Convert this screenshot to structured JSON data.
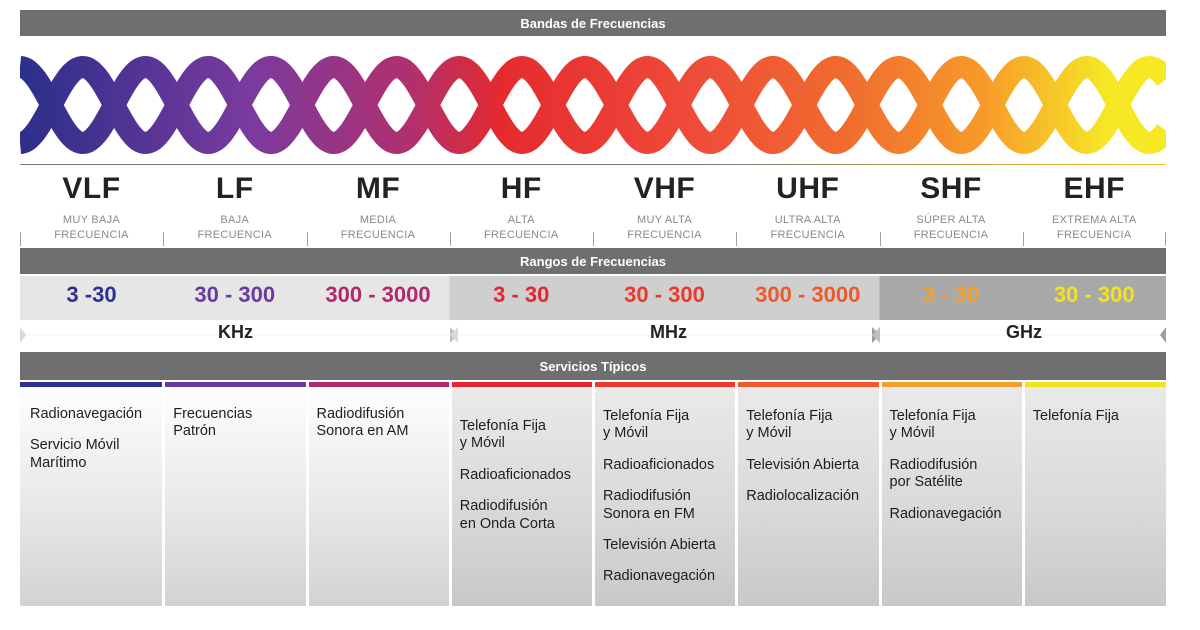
{
  "headers": {
    "bands": "Bandas de Frecuencias",
    "ranges": "Rangos de Frecuencias",
    "services": "Servicios Típicos"
  },
  "colors": {
    "header_bar": "#6f6f6f",
    "wave_gradient": [
      "#2b2f8a",
      "#7a3a9e",
      "#b0306e",
      "#e52a2e",
      "#ef4a3a",
      "#f06b2e",
      "#f79a2a",
      "#f6e825"
    ]
  },
  "bands": [
    {
      "code": "VLF",
      "desc": [
        "MUY BAJA",
        "FRECUENCIA"
      ],
      "range": "3 -30",
      "color": "#2e3190",
      "services": [
        [
          "Radionavegación"
        ],
        [
          "Servicio Móvil",
          "Marítimo"
        ]
      ]
    },
    {
      "code": "LF",
      "desc": [
        "BAJA",
        "FRECUENCIA"
      ],
      "range": "30 - 300",
      "color": "#6a3aa3",
      "services": [
        [
          "Frecuencias",
          "Patrón"
        ]
      ]
    },
    {
      "code": "MF",
      "desc": [
        "MEDIA",
        "FRECUENCIA"
      ],
      "range": "300 - 3000",
      "color": "#b02a6b",
      "services": [
        [
          "Radiodifusión",
          "Sonora en AM"
        ]
      ]
    },
    {
      "code": "HF",
      "desc": [
        "ALTA",
        "FRECUENCIA"
      ],
      "range": "3 - 30",
      "color": "#e4262f",
      "services": [
        [
          "Telefonía Fija",
          "y Móvil"
        ],
        [
          "Radioaficionados"
        ],
        [
          "Radiodifusión",
          "en Onda Corta"
        ]
      ]
    },
    {
      "code": "VHF",
      "desc": [
        "MUY ALTA",
        "FRECUENCIA"
      ],
      "range": "30 - 300",
      "color": "#ea3a2e",
      "services": [
        [
          "Telefonía Fija",
          "y Móvil"
        ],
        [
          "Radioaficionados"
        ],
        [
          "Radiodifusión",
          "Sonora en FM"
        ],
        [
          "Televisión Abierta"
        ],
        [
          "Radionavegación"
        ]
      ]
    },
    {
      "code": "UHF",
      "desc": [
        "ULTRA ALTA",
        "FRECUENCIA"
      ],
      "range": "300 - 3000",
      "color": "#ee5a2a",
      "services": [
        [
          "Telefonía Fija",
          "y Móvil"
        ],
        [
          "Televisión Abierta"
        ],
        [
          "Radiolocalización"
        ]
      ]
    },
    {
      "code": "SHF",
      "desc": [
        "SÚPER ALTA",
        "FRECUENCIA"
      ],
      "range": "3 - 30",
      "color": "#f5a02a",
      "services": [
        [
          "Telefonía Fija",
          "y Móvil"
        ],
        [
          "Radiodifusión",
          "por Satélite"
        ],
        [
          "Radionavegación"
        ]
      ]
    },
    {
      "code": "EHF",
      "desc": [
        "EXTREMA ALTA",
        "FRECUENCIA"
      ],
      "range": "30 - 300",
      "color": "#f3e21e",
      "services": [
        [
          "Telefonía Fija"
        ]
      ]
    }
  ],
  "units": [
    "KHz",
    "MHz",
    "GHz"
  ]
}
